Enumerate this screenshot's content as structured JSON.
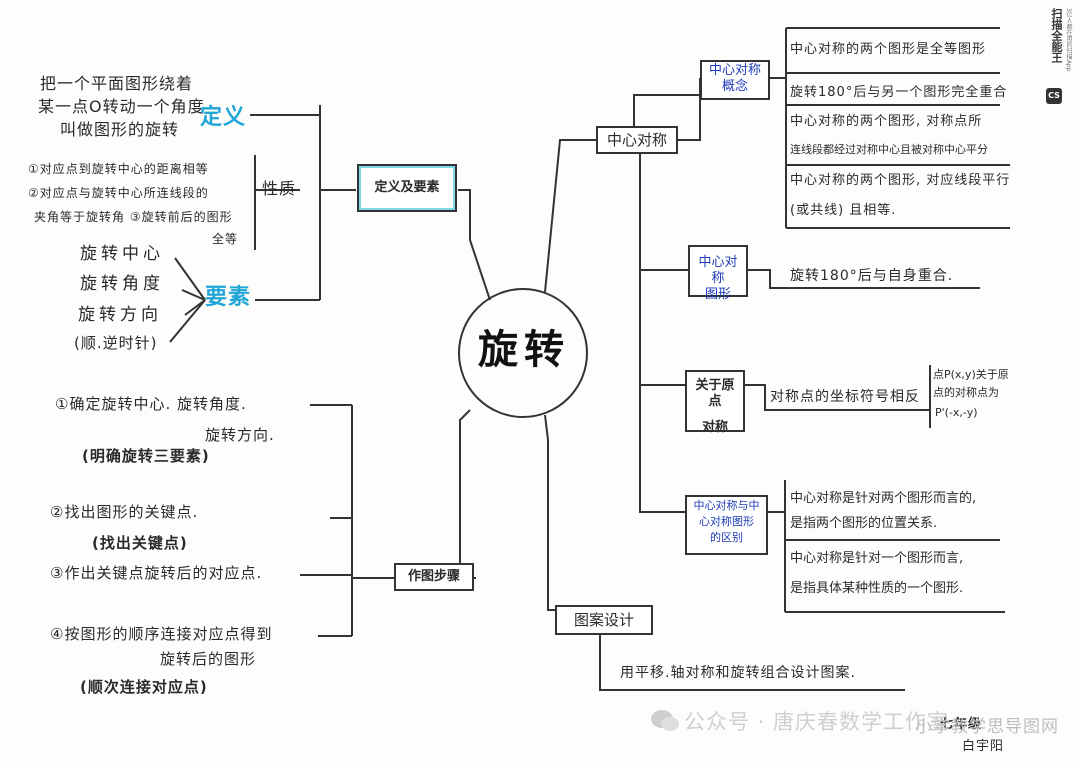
{
  "center": {
    "label": "旋转"
  },
  "left": {
    "def_elements": "定义及要素",
    "definition_tag": "定义",
    "definition_lines": [
      "把一个平面图形绕着",
      "某一点O转动一个角度",
      "叫做图形的旋转"
    ],
    "property_tag": "性质",
    "property_lines": [
      "①对应点到旋转中心的距离相等",
      "②对应点与旋转中心所连线段的",
      "夹角等于旋转角 ③旋转前后的图形",
      "全等"
    ],
    "element_tag": "要素",
    "element_lines": [
      "旋转中心",
      "旋转角度",
      "旋转方向",
      "(顺.逆时针)"
    ],
    "steps_title": "作图步骤",
    "step1": [
      "①确定旋转中心. 旋转角度.",
      "旋转方向.",
      "(明确旋转三要素)"
    ],
    "step2": [
      "②找出图形的关键点.",
      "(找出关键点)"
    ],
    "step3": [
      "③作出关键点旋转后的对应点."
    ],
    "step4": [
      "④按图形的顺序连接对应点得到",
      "旋转后的图形",
      "(顺次连接对应点)"
    ]
  },
  "right": {
    "central_symmetry": "中心对称",
    "concept_box": [
      "中心对称",
      "概念"
    ],
    "concept_lines": [
      "中心对称的两个图形是全等图形",
      "旋转180°后与另一个图形完全重合",
      "中心对称的两个图形, 对称点所",
      "连线段都经过对称中心且被对称中心平分",
      "中心对称的两个图形, 对应线段平行",
      "(或共线) 且相等."
    ],
    "figure_box": [
      "中心对称",
      "图形"
    ],
    "figure_text": "旋转180°后与自身重合.",
    "origin_box": [
      "关于原点",
      "对称"
    ],
    "origin_text": "对称点的坐标符号相反",
    "origin_note": [
      "点P(x,y)关于原",
      "点的对称点为",
      "P'(-x,-y)"
    ],
    "diff_box": [
      "中心对称与中",
      "心对称图形",
      "的区别"
    ],
    "diff_lines": [
      "中心对称是针对两个图形而言的,",
      "是指两个图形的位置关系.",
      "中心对称是针对一个图形而言,",
      "是指具体某种性质的一个图形."
    ],
    "pattern_box": "图案设计",
    "pattern_text": "用平移.轴对称和旋转组合设计图案."
  },
  "signature": [
    "七年级",
    "白宇阳"
  ],
  "watermark": {
    "text": "公众号 · 唐庆春数学工作室",
    "text2": "小学教学思导图网"
  },
  "scanner_badge": {
    "logo": "CS",
    "name": "扫描全能王",
    "sub": "3亿人都在用的扫描App"
  },
  "colors": {
    "ink": "#2a2a2a",
    "blue": "#1d3bb8",
    "cyan": "#22a6d8",
    "highlight": "#7fd8e8"
  }
}
